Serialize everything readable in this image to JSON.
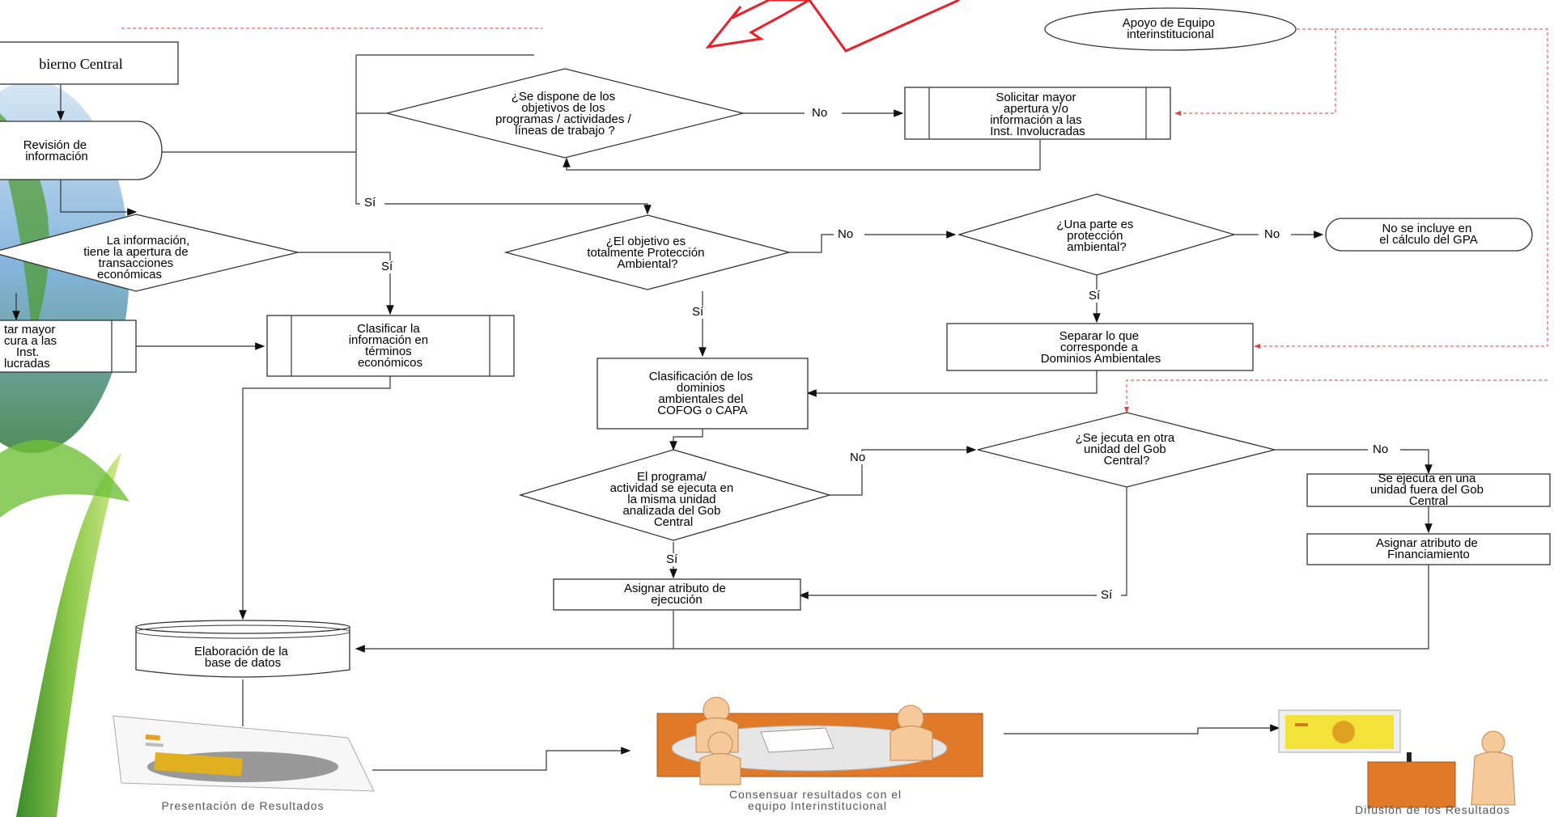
{
  "nodes": {
    "gob_central": "bierno Central",
    "revision": [
      "Revisión de",
      "información"
    ],
    "info_apertura": [
      "La información,",
      "tiene la apertura de",
      "transacciones",
      "económicas"
    ],
    "solicitar_left": [
      "tar mayor",
      "cura a las",
      "Inst.",
      "lucradas"
    ],
    "clasificar": [
      "Clasificar la",
      "información en",
      "términos",
      "económicos"
    ],
    "dispone": [
      "¿Se dispone de los",
      "objetivos de los",
      "programas / actividades /",
      "líneas de trabajo ?"
    ],
    "solicitar_right": [
      "Solicitar mayor",
      "apertura y/o",
      "información  a las",
      "Inst. Involucradas"
    ],
    "apoyo": [
      "Apoyo de Equipo",
      "interinstitucional"
    ],
    "objetivo": [
      "¿El objetivo es",
      "totalmente Protección",
      "Ambiental?"
    ],
    "una_parte": [
      "¿Una parte es",
      "protección",
      "ambiental?"
    ],
    "no_incluye": [
      "No se incluye en",
      "el cálculo del GPA"
    ],
    "separar": [
      "Separar lo que",
      "corresponde a",
      "Dominios Ambientales"
    ],
    "clasificacion_dominios": [
      "Clasificación de los",
      "dominios",
      "ambientales del",
      "COFOG o CAPA"
    ],
    "programa_misma": [
      "El programa/",
      "actividad se ejecuta en",
      "la misma unidad",
      "analizada del Gob",
      "Central"
    ],
    "se_ejecuta_otra": [
      "¿Se jecuta en otra",
      "unidad del Gob",
      "Central?"
    ],
    "fuera_gob": [
      "Se ejecuta en una",
      "unidad fuera del Gob",
      "Central"
    ],
    "asignar_financiamiento": [
      "Asignar atributo de",
      "Financiamiento"
    ],
    "asignar_ejecucion": [
      "Asignar atributo de",
      "ejecución"
    ],
    "base_datos": [
      "Elaboración de la",
      "base de datos"
    ],
    "presentacion": "Presentación de Resultados",
    "consensuar": [
      "Consensuar resultados con el",
      "equipo Interinstitucional"
    ],
    "difusion": "Difusión de los Resultados"
  },
  "edge_labels": {
    "no": "No",
    "si": "Sí"
  },
  "colors": {
    "arrow_red": "#e8202a",
    "dash_red": "#e34040",
    "table_orange": "#e88a2a",
    "person_skin": "#f5c99a",
    "screen_yellow": "#f2e23a"
  }
}
